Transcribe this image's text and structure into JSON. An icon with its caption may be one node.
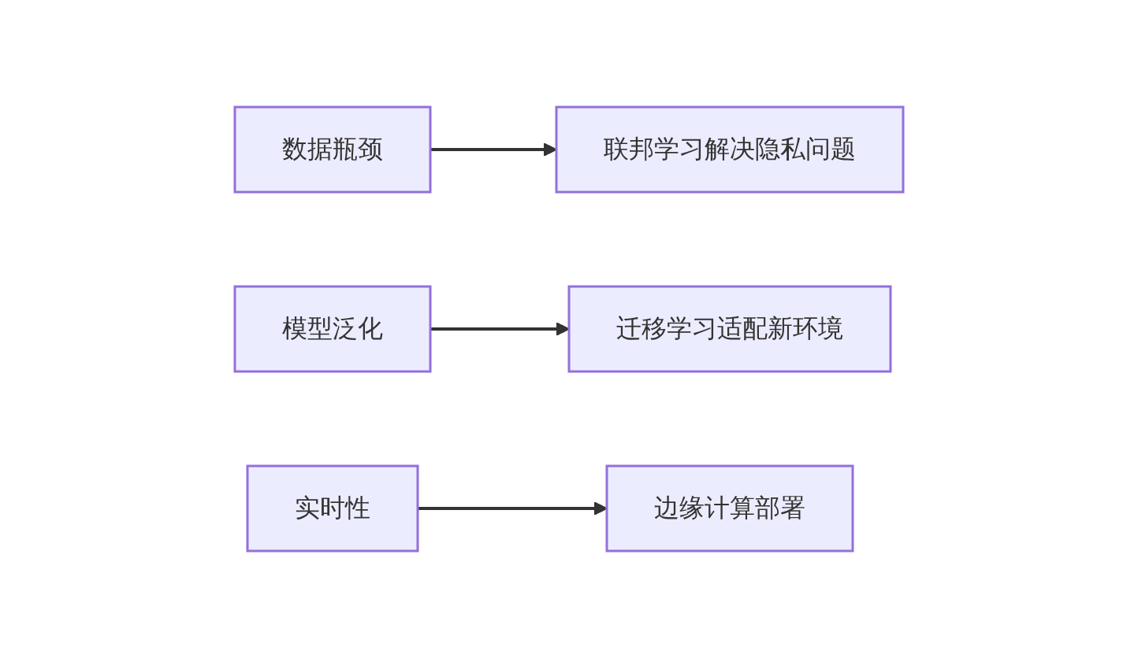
{
  "diagram": {
    "nodes": [
      {
        "text": [
          "数据瓶颈"
        ]
      },
      {
        "text": [
          "联邦学习解决隐私问题"
        ]
      },
      {
        "text": [
          "模型泛化"
        ]
      },
      {
        "text": [
          "迁移学习适配新环境"
        ]
      },
      {
        "text": [
          "实时性"
        ]
      },
      {
        "text": [
          "边缘计算部署"
        ]
      }
    ],
    "edges": [
      {
        "from": 0,
        "to": 1,
        "arrow": "to"
      },
      {
        "from": 2,
        "to": 3,
        "arrow": "to"
      },
      {
        "from": 4,
        "to": 5,
        "arrow": "to"
      }
    ]
  }
}
